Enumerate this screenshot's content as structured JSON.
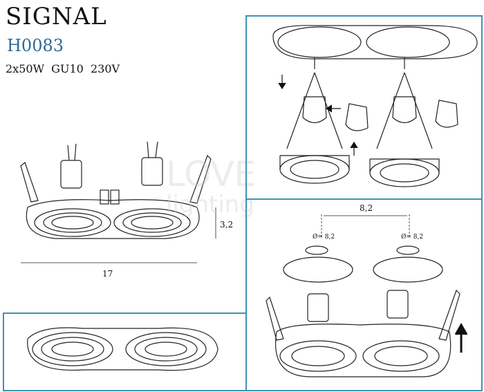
{
  "product": {
    "name": "SIGNAL",
    "code": "H0083",
    "specs": "2x50W  GU10  230V"
  },
  "dimensions": {
    "height": "3,2",
    "length": "17",
    "spacing": "8,2",
    "hole_diameter_left": "Ø= 8,2",
    "hole_diameter_right": "Ø= 8,2"
  },
  "watermark": {
    "line1": "LOVE",
    "line2": "lighting"
  },
  "colors": {
    "accent": "#3b93b6",
    "code": "#2f6a96"
  }
}
